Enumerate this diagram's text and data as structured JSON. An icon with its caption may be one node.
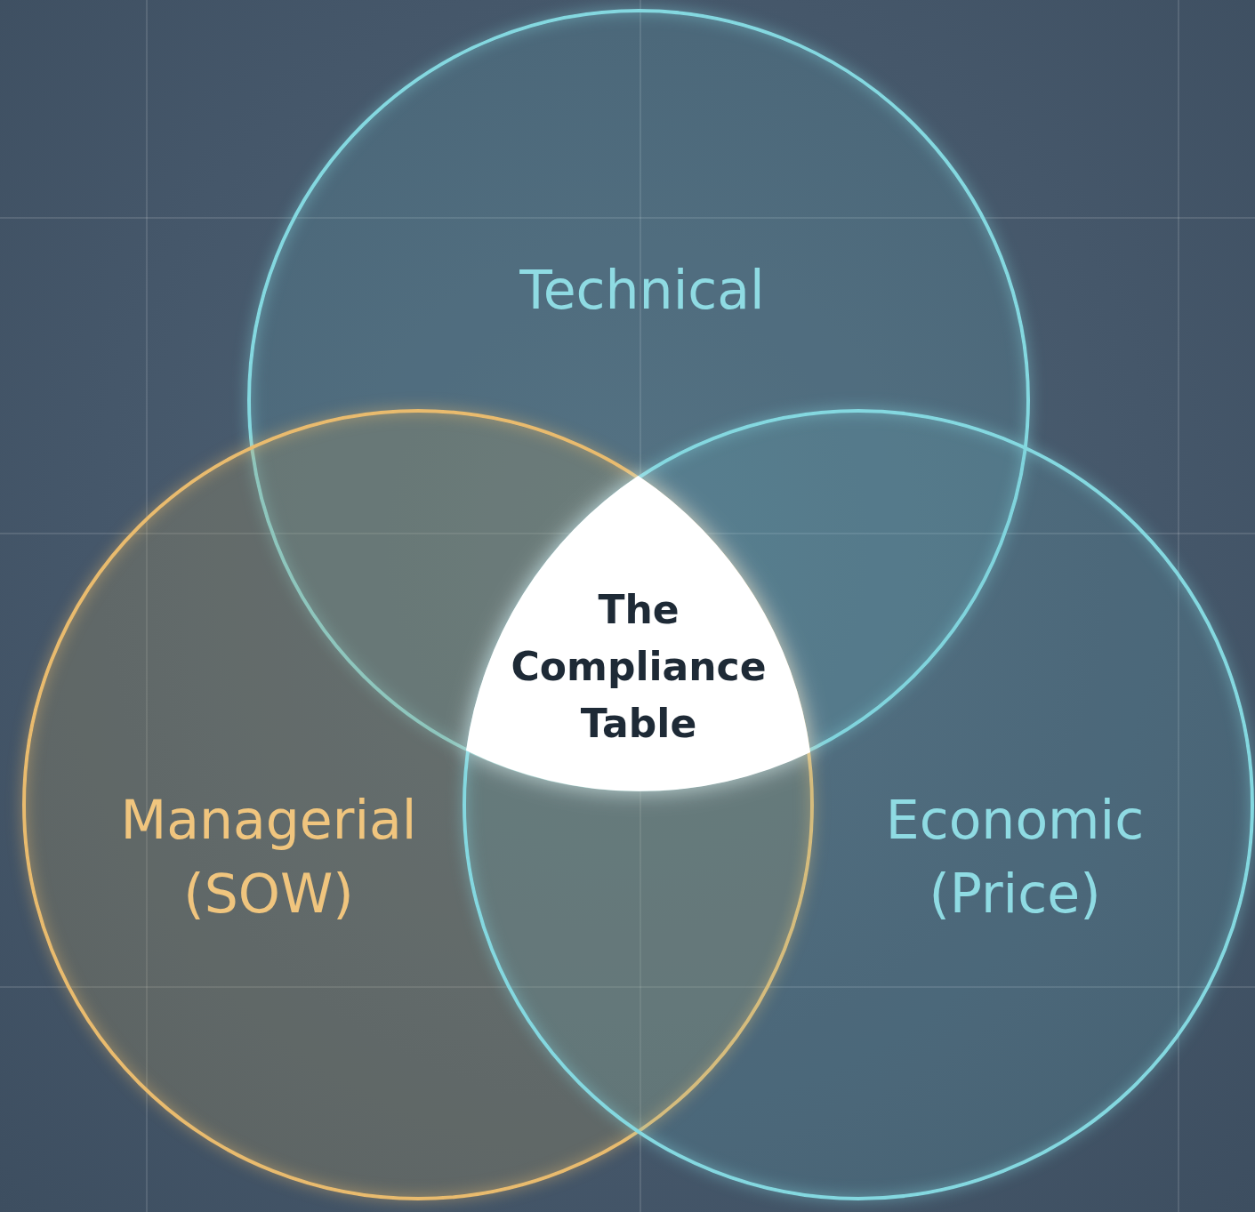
{
  "diagram": {
    "nodes": [
      {
        "text": [
          "Technical"
        ]
      },
      {
        "text": [
          "Managerial (SOW)"
        ]
      },
      {
        "text": [
          "Economic (Price)"
        ]
      },
      {
        "text": [
          "The Compliance Table"
        ]
      }
    ]
  }
}
